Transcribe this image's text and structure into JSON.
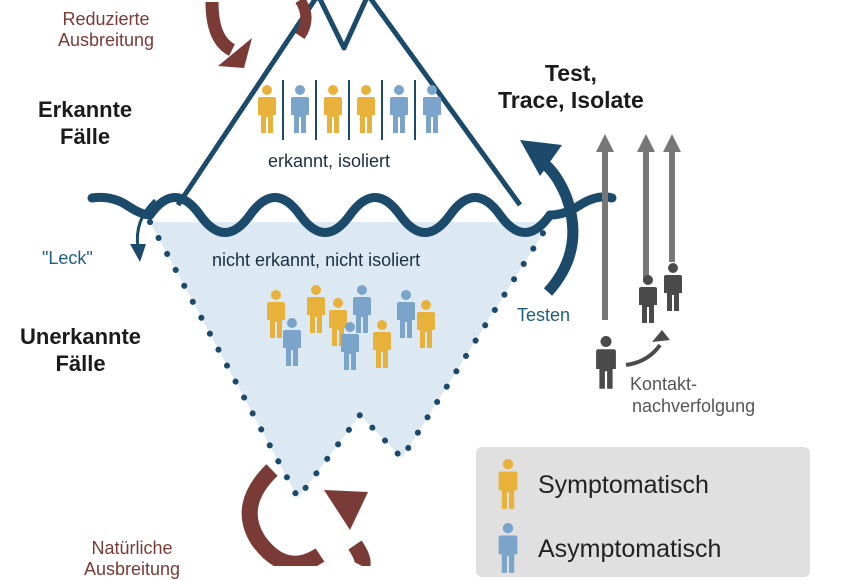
{
  "labels": {
    "reduced_spread": [
      "Reduzierte",
      "Ausbreitung"
    ],
    "detected_cases": [
      "Erkannte",
      "Fälle"
    ],
    "test_trace_isolate": [
      "Test,",
      "Trace, Isolate"
    ],
    "detected_isolated": "erkannt, isoliert",
    "leak": "\"Leck\"",
    "not_detected": "nicht erkannt, nicht isoliert",
    "undetected_cases": [
      "Unerkannte",
      "Fälle"
    ],
    "testing": "Testen",
    "contact_tracing": [
      "Kontakt-",
      "nachverfolgung"
    ],
    "natural_spread": [
      "Natürliche",
      "Ausbreitung"
    ]
  },
  "legend": [
    {
      "label": "Symptomatisch",
      "color": "#e8b23a"
    },
    {
      "label": "Asymptomatisch",
      "color": "#7aa4c9"
    }
  ],
  "colors": {
    "navy": "#1b4a6b",
    "maroon": "#7a3a35",
    "water": "#dce9f3",
    "grey_arrow": "#777777",
    "person_grey": "#4a4a4a"
  },
  "icons": [
    "person-icon",
    "curved-arrow-icon",
    "up-arrow-icon"
  ]
}
